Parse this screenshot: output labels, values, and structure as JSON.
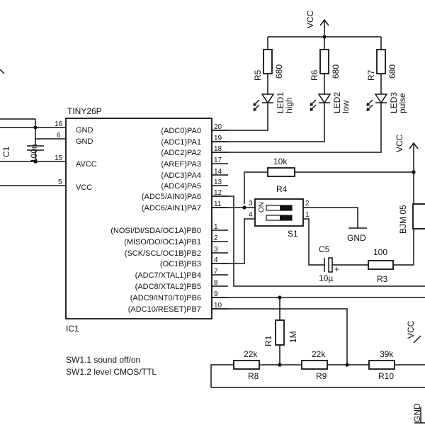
{
  "ic": {
    "name": "TINY26P",
    "ref": "IC1",
    "left": {
      "gnd1": "GND",
      "gnd1_pin": "16",
      "gnd2": "GND",
      "gnd2_pin": "6",
      "avcc": "AVCC",
      "avcc_pin": "15",
      "vcc": "VCC",
      "vcc_pin": "5"
    },
    "right": [
      {
        "label": "(ADC0)PA0",
        "pin": "20"
      },
      {
        "label": "(ADC1)PA1",
        "pin": "19"
      },
      {
        "label": "(ADC2)PA2",
        "pin": "18"
      },
      {
        "label": "(AREF)PA3",
        "pin": "17"
      },
      {
        "label": "(ADC3)PA4",
        "pin": "14"
      },
      {
        "label": "(ADC4)PA5",
        "pin": "13"
      },
      {
        "label": "(ADC5/AIN0)PA6",
        "pin": "12"
      },
      {
        "label": "(ADC6/AIN1)PA7",
        "pin": "11"
      },
      {
        "label": "(NOSI/DI/SDA/OC1A)PB0",
        "pin": "1"
      },
      {
        "label": "(MISO/DO/OC1A)PB1",
        "pin": "2"
      },
      {
        "label": "(SCK/SCL/OC1B)PB2",
        "pin": "3"
      },
      {
        "label": "(OC1B)PB3",
        "pin": "4"
      },
      {
        "label": "(ADC7/XTAL1)PB4",
        "pin": "7"
      },
      {
        "label": "(ADC8/XTAL2)PB5",
        "pin": "8"
      },
      {
        "label": "(ADC9/INT0/T0)PB6",
        "pin": "9"
      },
      {
        "label": "(ADC10/RESET)PB7",
        "pin": "10"
      }
    ]
  },
  "vcc_label": "VCC",
  "gnd_label": "GND",
  "c1": {
    "ref": "C1",
    "value": "100n"
  },
  "leds": [
    {
      "r_ref": "R5",
      "r_val": "680",
      "led_ref": "LED1",
      "led_name": "high"
    },
    {
      "r_ref": "R6",
      "r_val": "680",
      "led_ref": "LED2",
      "led_name": "low"
    },
    {
      "r_ref": "R7",
      "r_val": "680",
      "led_ref": "LED3",
      "led_name": "pulse"
    }
  ],
  "r4": {
    "ref": "R4",
    "value": "10k"
  },
  "s1": {
    "ref": "S1",
    "pins": [
      "1",
      "2",
      "3",
      "4"
    ],
    "on": "ON"
  },
  "c5": {
    "ref": "C5",
    "value": "10µ",
    "plus": "+"
  },
  "r3": {
    "ref": "R3",
    "value": "100"
  },
  "buzzer": {
    "name": "BJM 05"
  },
  "r1": {
    "ref": "R1",
    "value": "1M"
  },
  "r8": {
    "ref": "R8",
    "value": "22k"
  },
  "r9": {
    "ref": "R9",
    "value": "22k"
  },
  "r10": {
    "ref": "R10",
    "value": "39k"
  },
  "notes": [
    "SW1.1  sound off/on",
    "SW1.2  level CMOS/TTL"
  ]
}
